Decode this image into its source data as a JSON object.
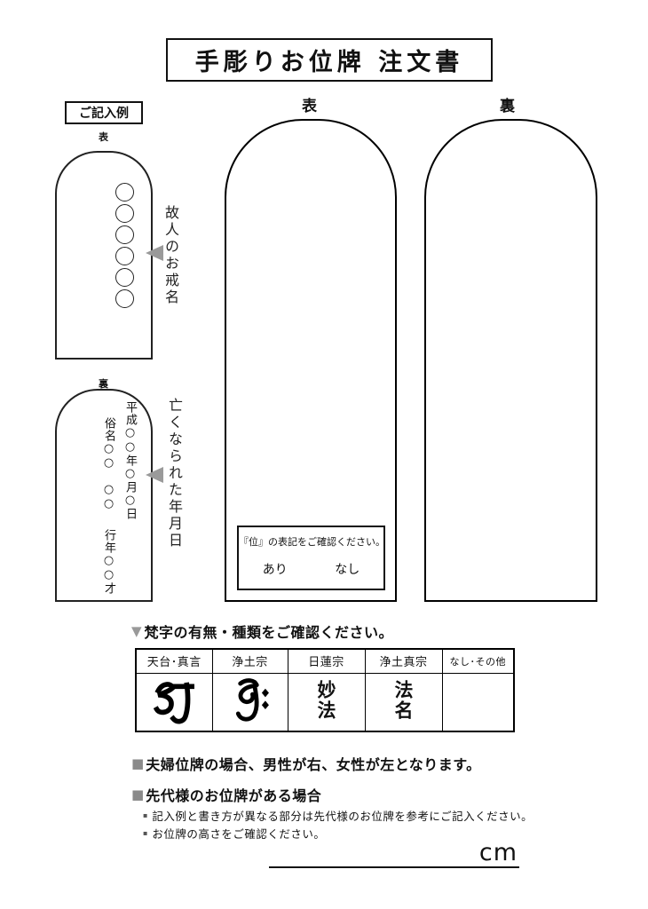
{
  "title": "手彫りお位牌 注文書",
  "example": {
    "heading": "ご記入例",
    "front": {
      "side_label": "表",
      "circle_count": 6,
      "annotation": "故人のお戒名"
    },
    "back": {
      "side_label": "裏",
      "date_line": "平成○○年○月○日",
      "name_line": "俗名○○　○○",
      "age_line": "行年○○才",
      "annotation": "亡くなられた年月日"
    }
  },
  "main_tablets": {
    "front_label": "表",
    "back_label": "裏",
    "i_mark_box": {
      "message": "『位』の表記をご確認ください。",
      "options": [
        "あり",
        "なし"
      ]
    }
  },
  "bonji_section": {
    "marker": "▼",
    "heading": "梵字の有無・種類をご確認ください。",
    "table": {
      "headers": [
        "天台･真言",
        "浄土宗",
        "日蓮宗",
        "浄土真宗",
        "なし･その他"
      ],
      "cells": [
        {
          "type": "glyph",
          "icon": "siddham-a-bonji-icon",
          "value": ""
        },
        {
          "type": "glyph",
          "icon": "siddham-kiriku-bonji-icon",
          "value": ""
        },
        {
          "type": "text",
          "value": "妙法"
        },
        {
          "type": "text",
          "value": "法名"
        },
        {
          "type": "empty",
          "value": ""
        }
      ]
    }
  },
  "notes": {
    "square_marker": "■",
    "line1": "夫婦位牌の場合、男性が右、女性が左となります。",
    "line2": "先代様のお位牌がある場合",
    "bullet_marker": "▪",
    "bullets": [
      "記入例と書き方が異なる部分は先代様のお位牌を参考にご記入ください。",
      "お位牌の高さをご確認ください。"
    ]
  },
  "height_field": {
    "value": "",
    "unit": "cm"
  }
}
